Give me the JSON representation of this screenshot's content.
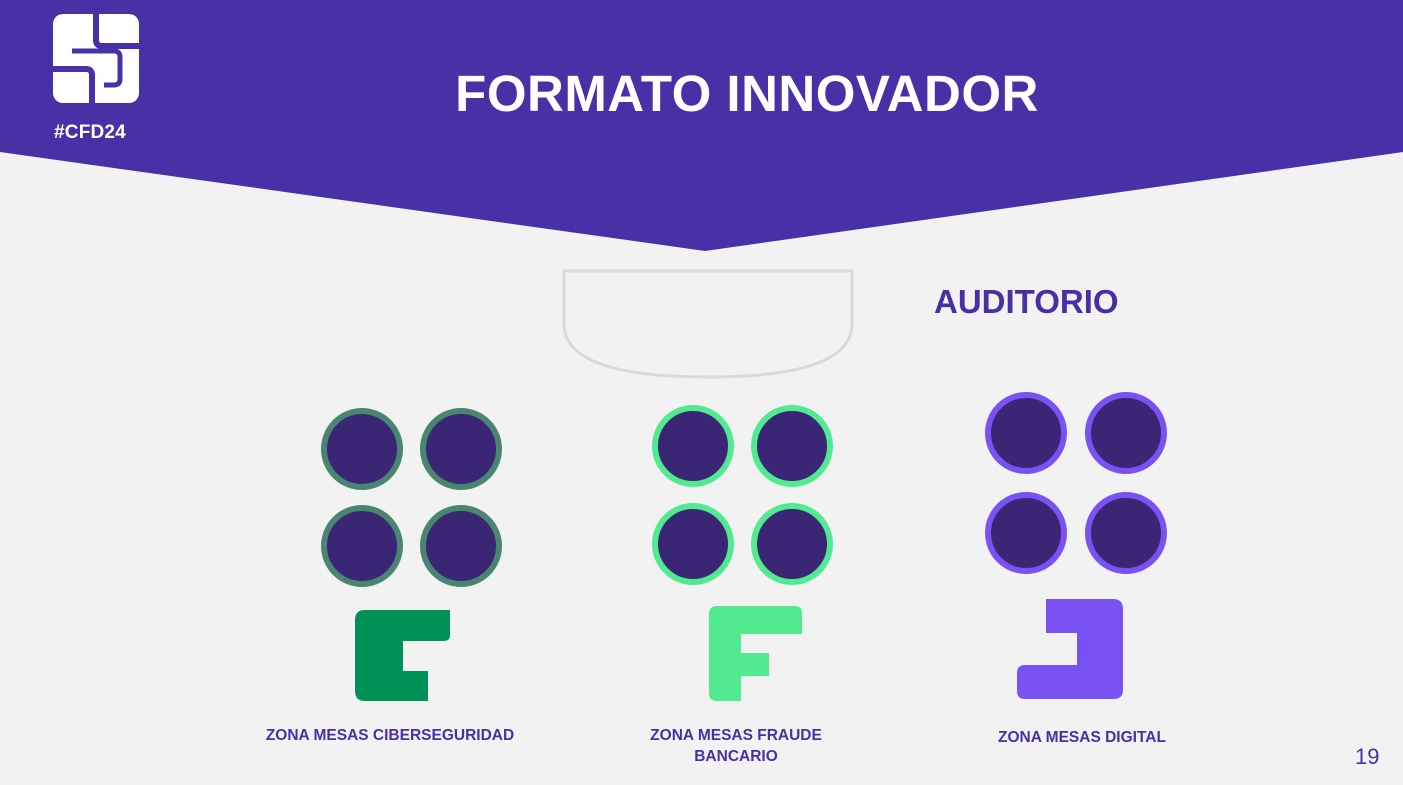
{
  "header": {
    "title": "FORMATO INNOVADOR",
    "hashtag": "#CFD24",
    "logo_icon": "cfd-logo-icon",
    "background_color": "#4a30a6"
  },
  "stage": {
    "label": "AUDITORIO"
  },
  "zones": [
    {
      "label": "ZONA MESAS CIBERSEGURIDAD",
      "ring_color": "#4a8572",
      "icon_color": "#009156",
      "icon": "zone-c-icon"
    },
    {
      "label": "ZONA MESAS FRAUDE BANCARIO",
      "ring_color": "#52ea91",
      "icon_color": "#52ea91",
      "icon": "zone-f-icon"
    },
    {
      "label": "ZONA MESAS DIGITAL",
      "ring_color": "#7a52f3",
      "icon_color": "#7a52f3",
      "icon": "zone-d-icon"
    }
  ],
  "table_fill_color": "#3b2575",
  "page_number": "19"
}
